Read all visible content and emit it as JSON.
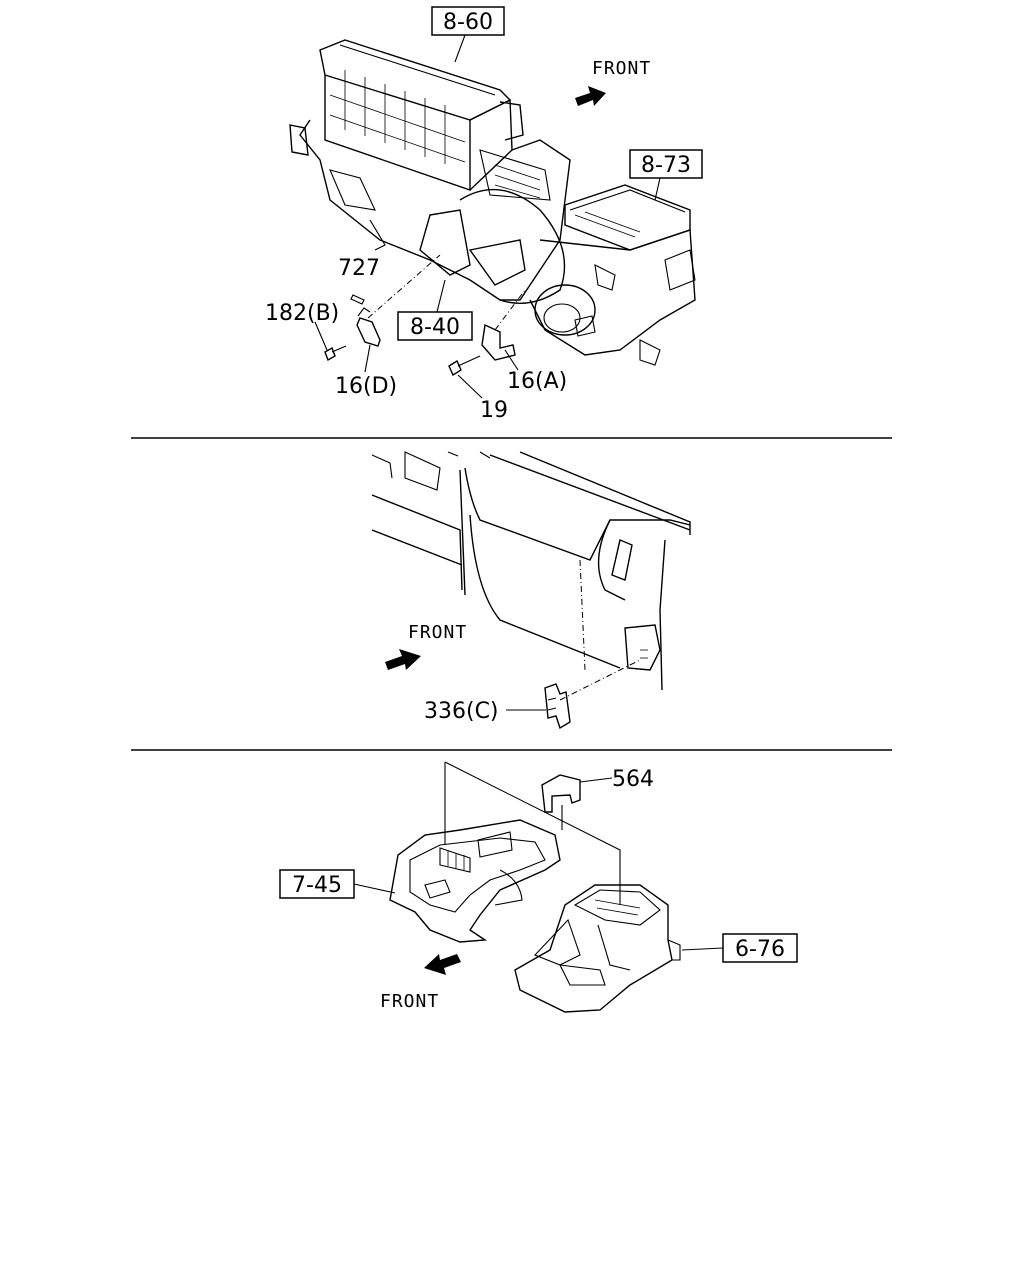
{
  "top_section": {
    "front_label": "FRONT",
    "boxed_refs": [
      "8-60",
      "8-73",
      "8-40"
    ],
    "parts": [
      "727",
      "182(B)",
      "16(D)",
      "16(A)",
      "19"
    ]
  },
  "middle_section": {
    "front_label": "FRONT",
    "parts": [
      "336(C)"
    ]
  },
  "bottom_section": {
    "front_label": "FRONT",
    "boxed_refs": [
      "7-45",
      "6-76"
    ],
    "parts": [
      "564"
    ]
  }
}
